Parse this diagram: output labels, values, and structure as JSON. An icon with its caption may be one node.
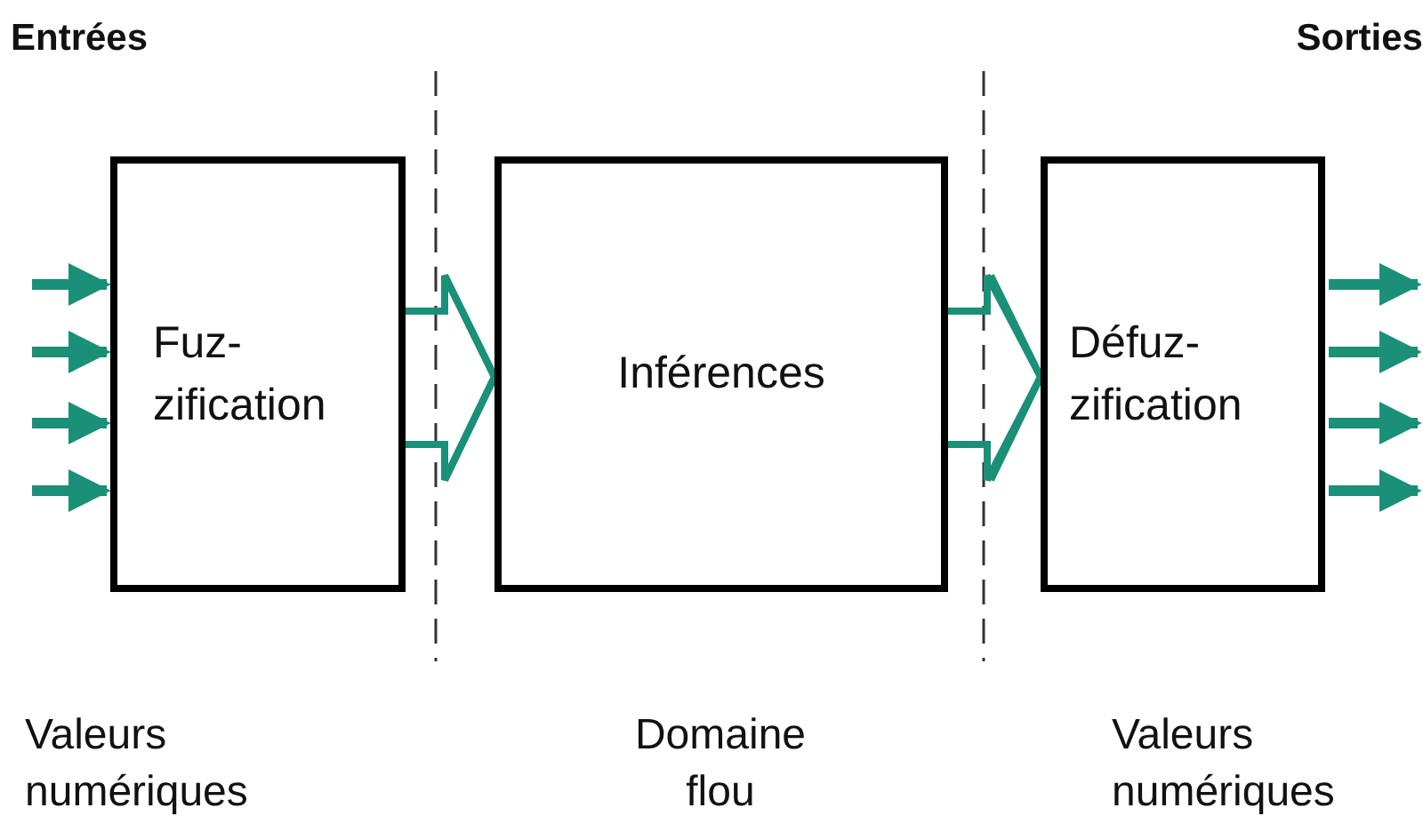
{
  "diagram": {
    "nodes": [
      {
        "text": [
          "Fuz- zification"
        ]
      },
      {
        "text": [
          "Inférences"
        ]
      },
      {
        "text": [
          "Défuz- zification"
        ]
      }
    ],
    "edges": [
      {
        "from": null,
        "to": 0,
        "arrow": "to"
      },
      {
        "from": null,
        "to": 0,
        "arrow": "to"
      },
      {
        "from": null,
        "to": 0,
        "arrow": "to"
      },
      {
        "from": null,
        "to": 0,
        "arrow": "to"
      },
      {
        "from": 0,
        "to": 1,
        "arrow": "to"
      },
      {
        "from": 1,
        "to": 2,
        "arrow": "to"
      },
      {
        "from": 2,
        "to": null,
        "arrow": "to"
      },
      {
        "from": 2,
        "to": null,
        "arrow": "to"
      },
      {
        "from": 2,
        "to": null,
        "arrow": "to"
      },
      {
        "from": 2,
        "to": null,
        "arrow": "to"
      }
    ],
    "labels": [
      "Entrées",
      "Sorties",
      "Valeurs numériques",
      "Domaine flou",
      "Valeurs numériques"
    ]
  }
}
